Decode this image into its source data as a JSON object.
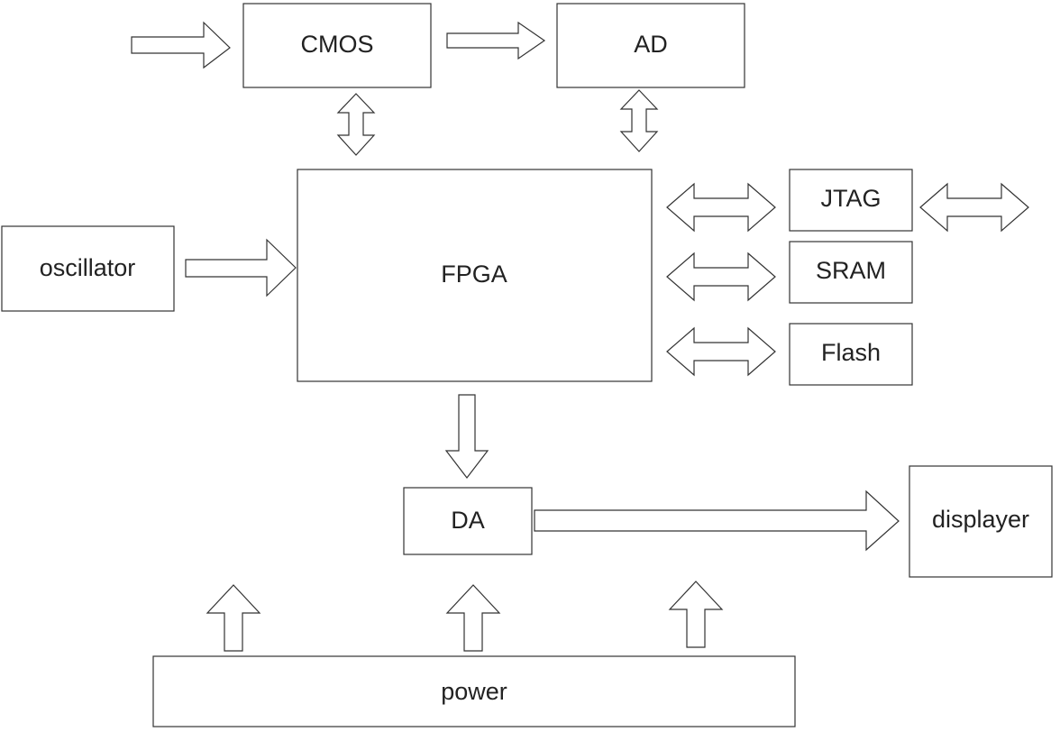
{
  "blocks": {
    "cmos": "CMOS",
    "ad": "AD",
    "fpga": "FPGA",
    "oscillator": "oscillator",
    "jtag": "JTAG",
    "sram": "SRAM",
    "flash": "Flash",
    "da": "DA",
    "displayer": "displayer",
    "power": "power"
  },
  "colors": {
    "stroke": "#333333",
    "fill": "#ffffff",
    "text": "#222222"
  }
}
